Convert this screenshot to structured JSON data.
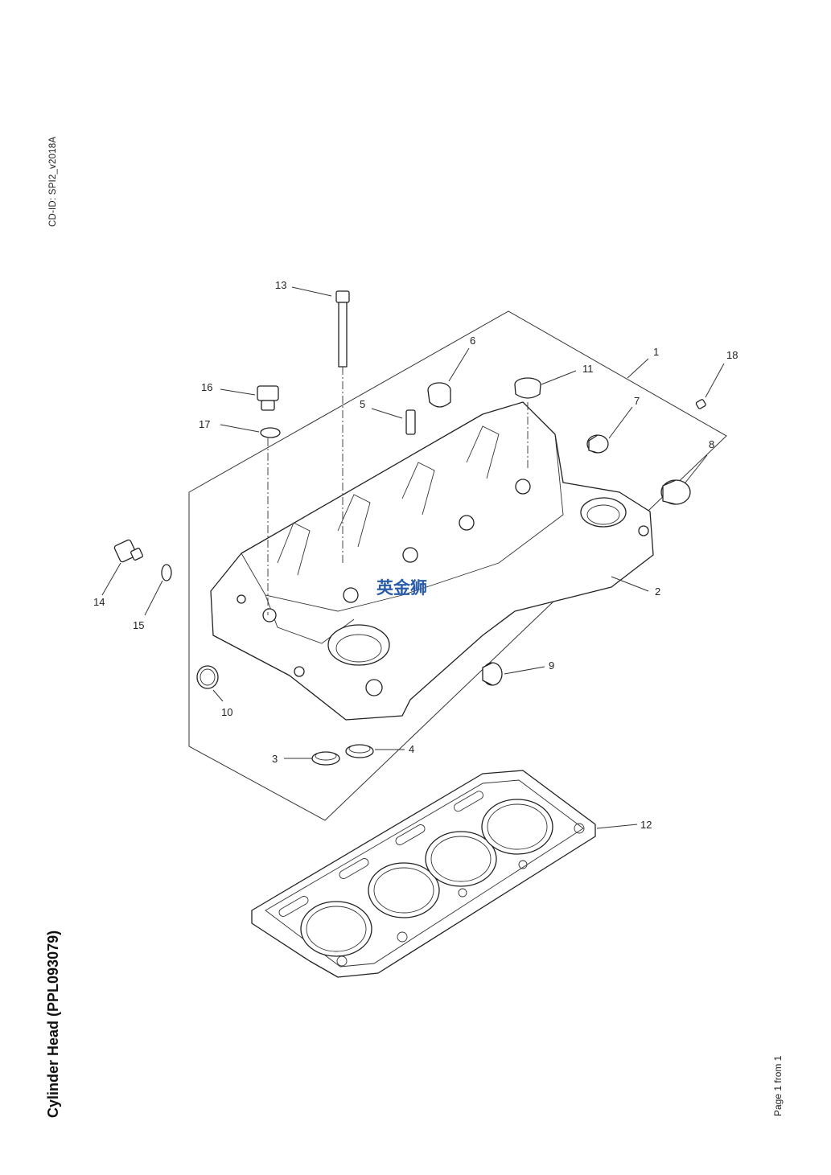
{
  "header": {
    "cd_id": "CD-ID: SPI2_v2018A"
  },
  "title": "Cylinder Head (PPL093079)",
  "footer": {
    "page": "Page 1 from 1"
  },
  "watermark": "英金狮",
  "callouts": {
    "c1": "1",
    "c2": "2",
    "c3": "3",
    "c4": "4",
    "c5": "5",
    "c6": "6",
    "c7": "7",
    "c8": "8",
    "c9": "9",
    "c10": "10",
    "c11": "11",
    "c12": "12",
    "c13": "13",
    "c14": "14",
    "c15": "15",
    "c16": "16",
    "c17": "17",
    "c18": "18"
  }
}
